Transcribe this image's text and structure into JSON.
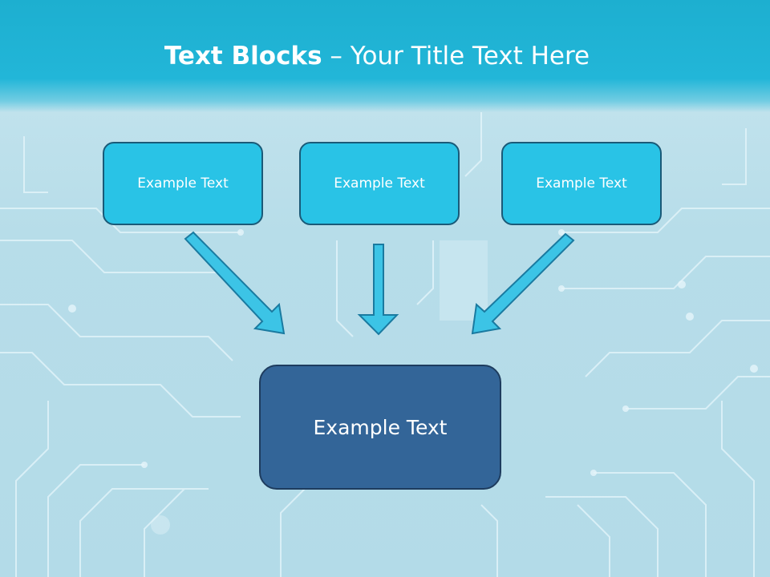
{
  "title": {
    "bold_part": "Text Blocks",
    "rest_part": "– Your Title Text Here"
  },
  "top_boxes": [
    {
      "label": "Example Text"
    },
    {
      "label": "Example Text"
    },
    {
      "label": "Example Text"
    }
  ],
  "bottom_box": {
    "label": "Example Text"
  },
  "colors": {
    "title_bar": "#22b6d8",
    "small_box_fill": "#29c3e6",
    "small_box_border": "#1a5a78",
    "big_box_fill": "#336598",
    "arrow_fill": "#3cc4e6",
    "arrow_stroke": "#1a7aa0"
  }
}
